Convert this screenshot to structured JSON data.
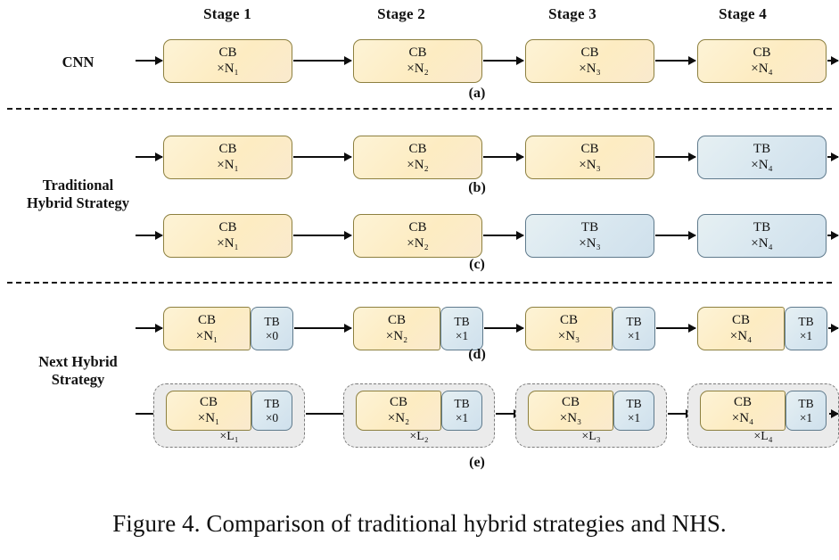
{
  "figure": {
    "caption": "Figure 4. Comparison of traditional hybrid strategies and NHS.",
    "colors": {
      "cb_fill": "#fdecc2",
      "cb_border": "#8d8040",
      "tb_fill": "#d7e6ef",
      "tb_border": "#5f7a8c",
      "group_fill": "#ebebeb",
      "group_border": "#7c7c7c",
      "arrow": "#0d0d0d",
      "separator": "#1a1a1a"
    }
  },
  "stage_headers": [
    {
      "label": "Stage 1"
    },
    {
      "label": "Stage 2"
    },
    {
      "label": "Stage 3"
    },
    {
      "label": "Stage 4"
    }
  ],
  "row_labels": [
    {
      "id": "cnn",
      "line1": "CNN",
      "line2": ""
    },
    {
      "id": "traditional-hybrid-strategy",
      "line1": "Traditional",
      "line2": "Hybrid Strategy"
    },
    {
      "id": "next-hybrid-strategy",
      "line1": "Next Hybrid",
      "line2": "Strategy"
    }
  ],
  "sub_labels": [
    {
      "id": "a",
      "text": "(a)"
    },
    {
      "id": "b",
      "text": "(b)"
    },
    {
      "id": "c",
      "text": "(c)"
    },
    {
      "id": "d",
      "text": "(d)"
    },
    {
      "id": "e",
      "text": "(e)"
    }
  ],
  "rows": {
    "a": {
      "id": "row-a",
      "label": "(a)",
      "stages": [
        {
          "blocks": [
            {
              "type": "CB",
              "name": "CB",
              "count": "×N₁"
            }
          ]
        },
        {
          "blocks": [
            {
              "type": "CB",
              "name": "CB",
              "count": "×N₂"
            }
          ]
        },
        {
          "blocks": [
            {
              "type": "CB",
              "name": "CB",
              "count": "×N₃"
            }
          ]
        },
        {
          "blocks": [
            {
              "type": "CB",
              "name": "CB",
              "count": "×N₄"
            }
          ]
        }
      ]
    },
    "b": {
      "id": "row-b",
      "label": "(b)",
      "stages": [
        {
          "blocks": [
            {
              "type": "CB",
              "name": "CB",
              "count": "×N₁"
            }
          ]
        },
        {
          "blocks": [
            {
              "type": "CB",
              "name": "CB",
              "count": "×N₂"
            }
          ]
        },
        {
          "blocks": [
            {
              "type": "CB",
              "name": "CB",
              "count": "×N₃"
            }
          ]
        },
        {
          "blocks": [
            {
              "type": "TB",
              "name": "TB",
              "count": "×N₄"
            }
          ]
        }
      ]
    },
    "c": {
      "id": "row-c",
      "label": "(c)",
      "stages": [
        {
          "blocks": [
            {
              "type": "CB",
              "name": "CB",
              "count": "×N₁"
            }
          ]
        },
        {
          "blocks": [
            {
              "type": "CB",
              "name": "CB",
              "count": "×N₂"
            }
          ]
        },
        {
          "blocks": [
            {
              "type": "TB",
              "name": "TB",
              "count": "×N₃"
            }
          ]
        },
        {
          "blocks": [
            {
              "type": "TB",
              "name": "TB",
              "count": "×N₄"
            }
          ]
        }
      ]
    },
    "d": {
      "id": "row-d",
      "label": "(d)",
      "stages": [
        {
          "blocks": [
            {
              "type": "CB",
              "name": "CB",
              "count": "×N₁"
            },
            {
              "type": "TB",
              "name": "TB",
              "count": "×0"
            }
          ]
        },
        {
          "blocks": [
            {
              "type": "CB",
              "name": "CB",
              "count": "×N₂"
            },
            {
              "type": "TB",
              "name": "TB",
              "count": "×1"
            }
          ]
        },
        {
          "blocks": [
            {
              "type": "CB",
              "name": "CB",
              "count": "×N₃"
            },
            {
              "type": "TB",
              "name": "TB",
              "count": "×1"
            }
          ]
        },
        {
          "blocks": [
            {
              "type": "CB",
              "name": "CB",
              "count": "×N₄"
            },
            {
              "type": "TB",
              "name": "TB",
              "count": "×1"
            }
          ]
        }
      ]
    },
    "e": {
      "id": "row-e",
      "label": "(e)",
      "stages": [
        {
          "group_label": "×L₁",
          "blocks": [
            {
              "type": "CB",
              "name": "CB",
              "count": "×N₁"
            },
            {
              "type": "TB",
              "name": "TB",
              "count": "×0"
            }
          ]
        },
        {
          "group_label": "×L₂",
          "blocks": [
            {
              "type": "CB",
              "name": "CB",
              "count": "×N₂"
            },
            {
              "type": "TB",
              "name": "TB",
              "count": "×1"
            }
          ]
        },
        {
          "group_label": "×L₃",
          "blocks": [
            {
              "type": "CB",
              "name": "CB",
              "count": "×N₃"
            },
            {
              "type": "TB",
              "name": "TB",
              "count": "×1"
            }
          ]
        },
        {
          "group_label": "×L₄",
          "blocks": [
            {
              "type": "CB",
              "name": "CB",
              "count": "×N₄"
            },
            {
              "type": "TB",
              "name": "TB",
              "count": "×1"
            }
          ]
        }
      ]
    }
  }
}
